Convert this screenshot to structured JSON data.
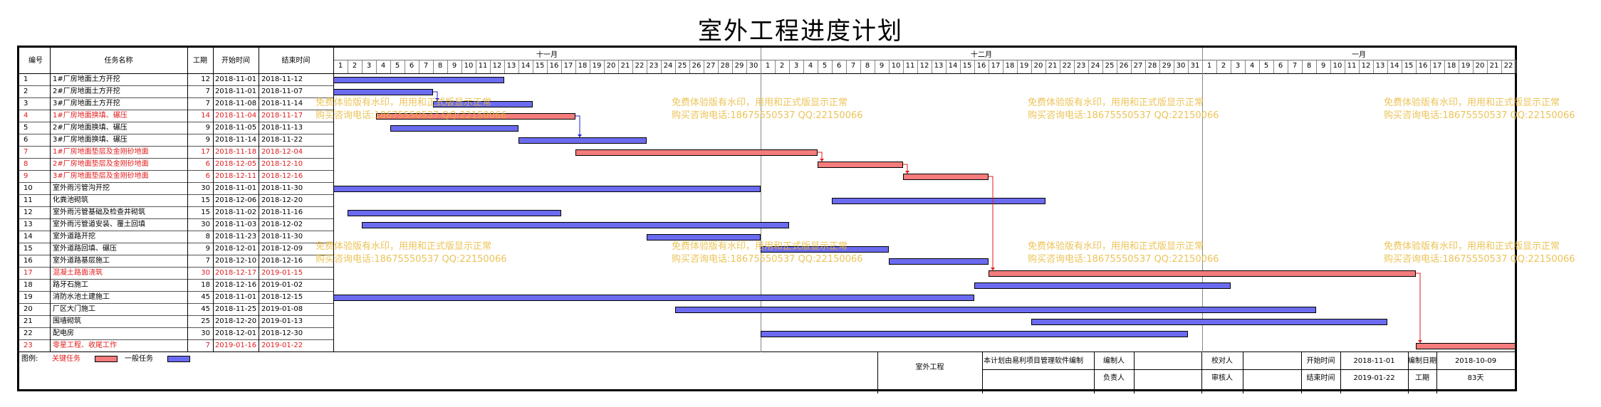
{
  "title": "室外工程进度计划",
  "header": {
    "id": "编号",
    "name": "任务名称",
    "dur": "工期",
    "start": "开始时间",
    "end": "结束时间"
  },
  "months": [
    "十一月",
    "十二月",
    "一月"
  ],
  "days": [
    "1",
    "2",
    "3",
    "4",
    "5",
    "6",
    "7",
    "8",
    "9",
    "10",
    "11",
    "12",
    "13",
    "14",
    "15",
    "16",
    "17",
    "18",
    "19",
    "20",
    "21",
    "22",
    "23",
    "24",
    "25",
    "26",
    "27",
    "28",
    "29",
    "30",
    "1",
    "2",
    "3",
    "4",
    "5",
    "6",
    "7",
    "8",
    "9",
    "10",
    "11",
    "12",
    "13",
    "14",
    "15",
    "16",
    "17",
    "18",
    "19",
    "20",
    "21",
    "22",
    "23",
    "24",
    "25",
    "26",
    "27",
    "28",
    "29",
    "30",
    "31",
    "1",
    "2",
    "3",
    "4",
    "5",
    "6",
    "7",
    "8",
    "9",
    "10",
    "11",
    "12",
    "13",
    "14",
    "15",
    "16",
    "17",
    "18",
    "19",
    "20",
    "21",
    "22"
  ],
  "tasks": [
    {
      "id": "1",
      "name": "1#厂房地面土方开挖",
      "dur": "12",
      "start": "2018-11-01",
      "end": "2018-11-12",
      "s": 0,
      "e": 12,
      "crit": false
    },
    {
      "id": "2",
      "name": "2#厂房地面土方开挖",
      "dur": "7",
      "start": "2018-11-01",
      "end": "2018-11-07",
      "s": 0,
      "e": 7,
      "crit": false
    },
    {
      "id": "3",
      "name": "3#厂房地面土方开挖",
      "dur": "7",
      "start": "2018-11-08",
      "end": "2018-11-14",
      "s": 7,
      "e": 14,
      "crit": false
    },
    {
      "id": "4",
      "name": "1#厂房地面换填、碾压",
      "dur": "14",
      "start": "2018-11-04",
      "end": "2018-11-17",
      "s": 3,
      "e": 17,
      "crit": true
    },
    {
      "id": "5",
      "name": "2#厂房地面换填、碾压",
      "dur": "9",
      "start": "2018-11-05",
      "end": "2018-11-13",
      "s": 4,
      "e": 13,
      "crit": false
    },
    {
      "id": "6",
      "name": "3#厂房地面换填、碾压",
      "dur": "9",
      "start": "2018-11-14",
      "end": "2018-11-22",
      "s": 13,
      "e": 22,
      "crit": false
    },
    {
      "id": "7",
      "name": "1#厂房地面垫层及金刚砂地面",
      "dur": "17",
      "start": "2018-11-18",
      "end": "2018-12-04",
      "s": 17,
      "e": 34,
      "crit": true
    },
    {
      "id": "8",
      "name": "2#厂房地面垫层及金刚砂地面",
      "dur": "6",
      "start": "2018-12-05",
      "end": "2018-12-10",
      "s": 34,
      "e": 40,
      "crit": true
    },
    {
      "id": "9",
      "name": "3#厂房地面垫层及金刚砂地面",
      "dur": "6",
      "start": "2018-12-11",
      "end": "2018-12-16",
      "s": 40,
      "e": 46,
      "crit": true
    },
    {
      "id": "10",
      "name": "室外雨污管沟开挖",
      "dur": "30",
      "start": "2018-11-01",
      "end": "2018-11-30",
      "s": 0,
      "e": 30,
      "crit": false
    },
    {
      "id": "11",
      "name": "化粪池砌筑",
      "dur": "15",
      "start": "2018-12-06",
      "end": "2018-12-20",
      "s": 35,
      "e": 50,
      "crit": false
    },
    {
      "id": "12",
      "name": "室外雨污管基础及检查井砌筑",
      "dur": "15",
      "start": "2018-11-02",
      "end": "2018-11-16",
      "s": 1,
      "e": 16,
      "crit": false
    },
    {
      "id": "13",
      "name": "室外雨污管道安装、覆土回填",
      "dur": "30",
      "start": "2018-11-03",
      "end": "2018-12-02",
      "s": 2,
      "e": 32,
      "crit": false
    },
    {
      "id": "14",
      "name": "室外道路开挖",
      "dur": "8",
      "start": "2018-11-23",
      "end": "2018-11-30",
      "s": 22,
      "e": 30,
      "crit": false
    },
    {
      "id": "15",
      "name": "室外道路回填、碾压",
      "dur": "9",
      "start": "2018-12-01",
      "end": "2018-12-09",
      "s": 30,
      "e": 39,
      "crit": false
    },
    {
      "id": "16",
      "name": "室外道路基层施工",
      "dur": "7",
      "start": "2018-12-10",
      "end": "2018-12-16",
      "s": 39,
      "e": 46,
      "crit": false
    },
    {
      "id": "17",
      "name": "混凝土路面浇筑",
      "dur": "30",
      "start": "2018-12-17",
      "end": "2019-01-15",
      "s": 46,
      "e": 76,
      "crit": true
    },
    {
      "id": "18",
      "name": "路牙石施工",
      "dur": "18",
      "start": "2018-12-16",
      "end": "2019-01-02",
      "s": 45,
      "e": 63,
      "crit": false
    },
    {
      "id": "19",
      "name": "消防水池土建施工",
      "dur": "45",
      "start": "2018-11-01",
      "end": "2018-12-15",
      "s": 0,
      "e": 45,
      "crit": false
    },
    {
      "id": "20",
      "name": "厂区大门施工",
      "dur": "45",
      "start": "2018-11-25",
      "end": "2019-01-08",
      "s": 24,
      "e": 69,
      "crit": false
    },
    {
      "id": "21",
      "name": "围墙砌筑",
      "dur": "25",
      "start": "2018-12-20",
      "end": "2019-01-13",
      "s": 49,
      "e": 74,
      "crit": false
    },
    {
      "id": "22",
      "name": "配电房",
      "dur": "30",
      "start": "2018-12-01",
      "end": "2018-12-30",
      "s": 30,
      "e": 60,
      "crit": false
    },
    {
      "id": "23",
      "name": "零星工程、收尾工作",
      "dur": "7",
      "start": "2019-01-16",
      "end": "2019-01-22",
      "s": 76,
      "e": 83,
      "crit": true
    }
  ],
  "links": [
    [
      2,
      3
    ],
    [
      4,
      6
    ],
    [
      7,
      8
    ],
    [
      8,
      9
    ],
    [
      9,
      17
    ],
    [
      17,
      23
    ]
  ],
  "legend": {
    "label": "图例:",
    "critical": "关键任务",
    "normal": "一般任务"
  },
  "footer": {
    "project": "室外工程",
    "software": "本计划由易利项目管理软件编制",
    "compiler": "编制人",
    "checker": "校对人",
    "start_label": "开始时间",
    "start_val": "2018-11-01",
    "date_label": "编制日期",
    "date_val": "2018-10-09",
    "owner": "负责人",
    "reviewer": "审核人",
    "end_label": "结束时间",
    "end_val": "2019-01-22",
    "dur_label": "工期",
    "dur_val": "83天"
  },
  "watermark": {
    "line1": "免费体验版有水印，用用和正式版显示正常",
    "line2": "购买咨询电话:18675550537 QQ:22150066"
  },
  "colors": {
    "critical": "#f47c7c",
    "normal": "#6b6bf0",
    "critical_text": "#e21b1b",
    "link": "#e21b1b",
    "normal_link": "#2020d0"
  }
}
